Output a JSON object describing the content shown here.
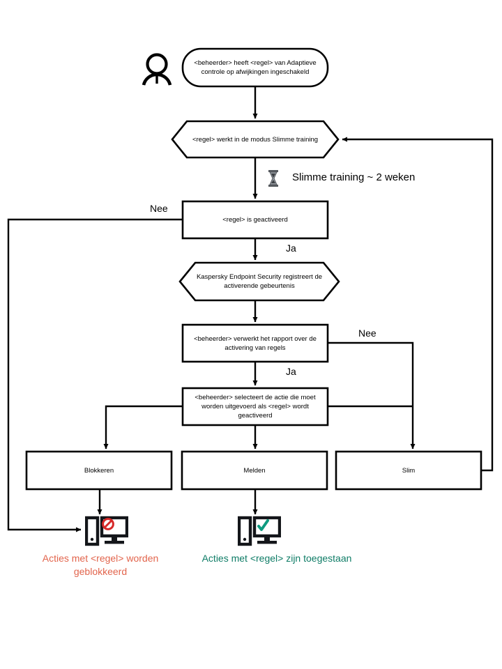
{
  "diagram": {
    "type": "flowchart",
    "title": "Adaptieve controle op afwijkingen - Slimme training werkstroom",
    "actor": {
      "icon": "person-icon",
      "label": ""
    },
    "nodes": [
      {
        "id": "start",
        "shape": "rounded-rectangle",
        "text": "<beheerder> heeft <regel> van Adaptieve controle op afwijkingen ingeschakeld"
      },
      {
        "id": "smart-training",
        "shape": "hexagon",
        "text": "<regel> werkt in de modus Slimme training"
      },
      {
        "id": "rule-triggered",
        "shape": "rectangle",
        "text": "<regel> is geactiveerd"
      },
      {
        "id": "kes-registers",
        "shape": "hexagon",
        "text": "Kaspersky Endpoint Security registreert de activerende gebeurtenis"
      },
      {
        "id": "admin-processes-report",
        "shape": "rectangle",
        "text": "<beheerder> verwerkt het rapport over de activering van regels"
      },
      {
        "id": "admin-selects-action",
        "shape": "rectangle",
        "text": "<beheerder> selecteert de actie die moet  worden uitgevoerd als <regel> wordt geactiveerd"
      },
      {
        "id": "action-block",
        "shape": "rectangle",
        "text": "Blokkeren"
      },
      {
        "id": "action-notify",
        "shape": "rectangle",
        "text": "Melden"
      },
      {
        "id": "action-smart",
        "shape": "rectangle",
        "text": "Slim"
      }
    ],
    "edge_labels": [
      {
        "id": "no-rule-triggered",
        "text": "Nee"
      },
      {
        "id": "yes-rule-triggered",
        "text": "Ja"
      },
      {
        "id": "no-report-processed",
        "text": "Nee"
      },
      {
        "id": "yes-report-processed",
        "text": "Ja"
      }
    ],
    "notes": [
      {
        "id": "smart-training-duration",
        "icon": "hourglass-icon",
        "text": "Slimme training ~ 2 weken"
      }
    ],
    "outcomes": [
      {
        "id": "blocked-outcome",
        "icon": "monitor-blocked-icon",
        "caption": "Acties met <regel> worden geblokkeerd",
        "color": "#E2644C"
      },
      {
        "id": "allowed-outcome",
        "icon": "monitor-allowed-icon",
        "caption": "Acties met <regel> zijn toegestaan",
        "color": "#0E7C66"
      }
    ],
    "colors": {
      "stroke": "#000000",
      "fill": "#ffffff",
      "blocked": "#E2644C",
      "allowed": "#0E7C66",
      "prohibit_icon": "#D62828",
      "check_icon": "#0E9B80"
    }
  }
}
